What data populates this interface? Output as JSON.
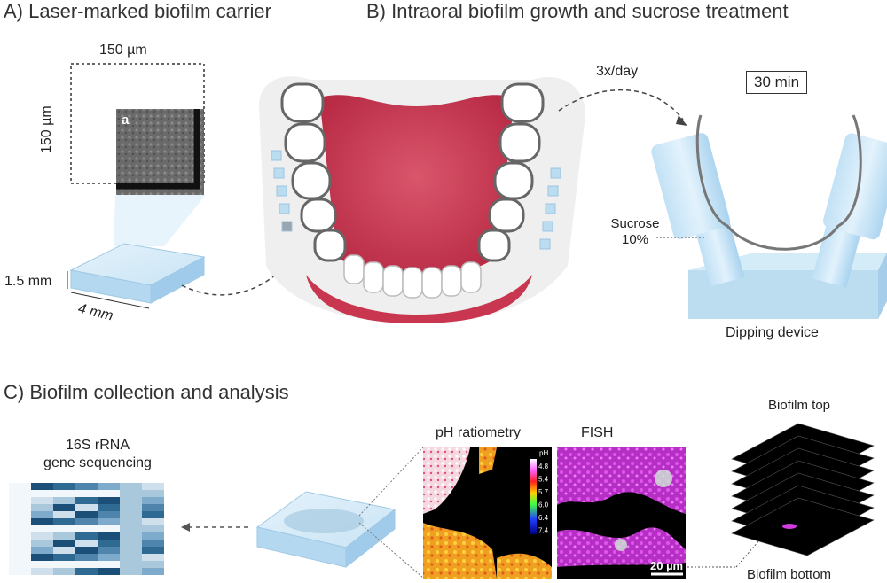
{
  "panelA": {
    "title": "A) Laser-marked biofilm carrier",
    "width_label": "150 µm",
    "height_label": "150 µm",
    "inset_letter": "a",
    "thickness_label": "1.5 mm",
    "length_label": "4 mm"
  },
  "panelB": {
    "title": "B) Intraoral biofilm growth and sucrose treatment",
    "frequency_label": "3x/day",
    "duration_label": "30 min",
    "sucrose_label": "Sucrose",
    "sucrose_pct": "10%",
    "device_label": "Dipping device"
  },
  "panelC": {
    "title": "C) Biofilm collection and analysis",
    "seq_line1": "16S rRNA",
    "seq_line2": "gene sequencing",
    "ph_title": "pH ratiometry",
    "fish_title": "FISH",
    "ph_unit": "pH",
    "ph_ticks": [
      "4.8",
      "5.4",
      "5.7",
      "6.0",
      "6.4",
      "7.4"
    ],
    "scale_bar": "20 µm",
    "stack_top": "Biofilm top",
    "stack_bottom": "Biofilm bottom"
  },
  "colors": {
    "carrier": "#cfe6f6",
    "tongue": "#c8364f",
    "tooth": "#ffffff",
    "outline": "#555555",
    "fish_magenta": "#d23be0"
  }
}
